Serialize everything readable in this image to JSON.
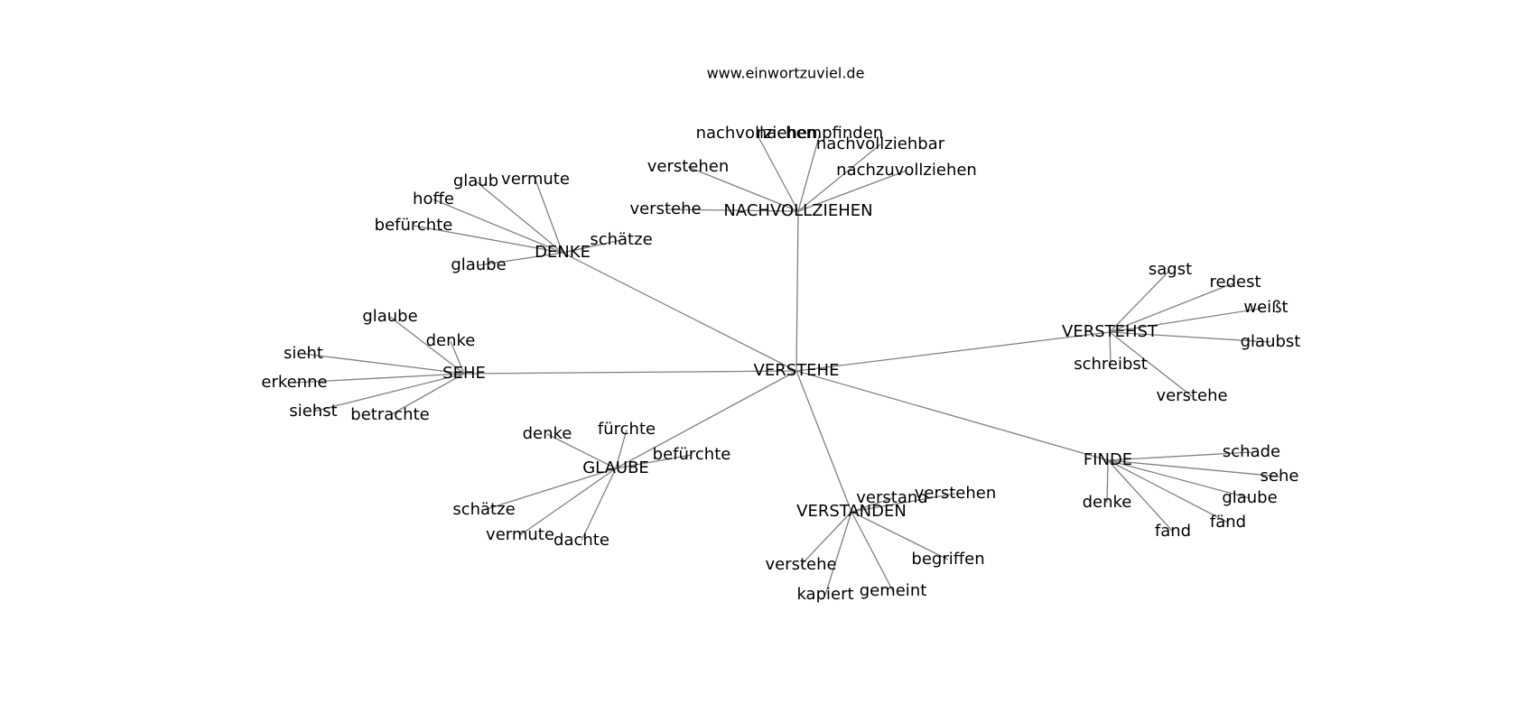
{
  "source_text": "www.einwortzuviel.de",
  "graph": {
    "center": "VERSTEHE",
    "clusters": [
      {
        "hub": "NACHVOLLZIEHEN",
        "leaves": [
          "nachvollziehen",
          "nachempfinden",
          "nachvollziehbar",
          "nachzuvollziehen",
          "verstehen",
          "verstehe"
        ]
      },
      {
        "hub": "DENKE",
        "leaves": [
          "glaub",
          "vermute",
          "hoffe",
          "befürchte",
          "schätze",
          "glaube"
        ]
      },
      {
        "hub": "VERSTEHST",
        "leaves": [
          "sagst",
          "redest",
          "weißt",
          "glaubst",
          "schreibst",
          "verstehe"
        ]
      },
      {
        "hub": "SEHE",
        "leaves": [
          "glaube",
          "denke",
          "sieht",
          "erkenne",
          "siehst",
          "betrachte"
        ]
      },
      {
        "hub": "GLAUBE",
        "leaves": [
          "denke",
          "fürchte",
          "befürchte",
          "schätze",
          "vermute",
          "dachte"
        ]
      },
      {
        "hub": "VERSTANDEN",
        "leaves": [
          "verstand",
          "verstehen",
          "begriffen",
          "verstehe",
          "kapiert",
          "gemeint"
        ]
      },
      {
        "hub": "FINDE",
        "leaves": [
          "schade",
          "sehe",
          "glaube",
          "fänd",
          "denke",
          "fand"
        ]
      }
    ]
  }
}
